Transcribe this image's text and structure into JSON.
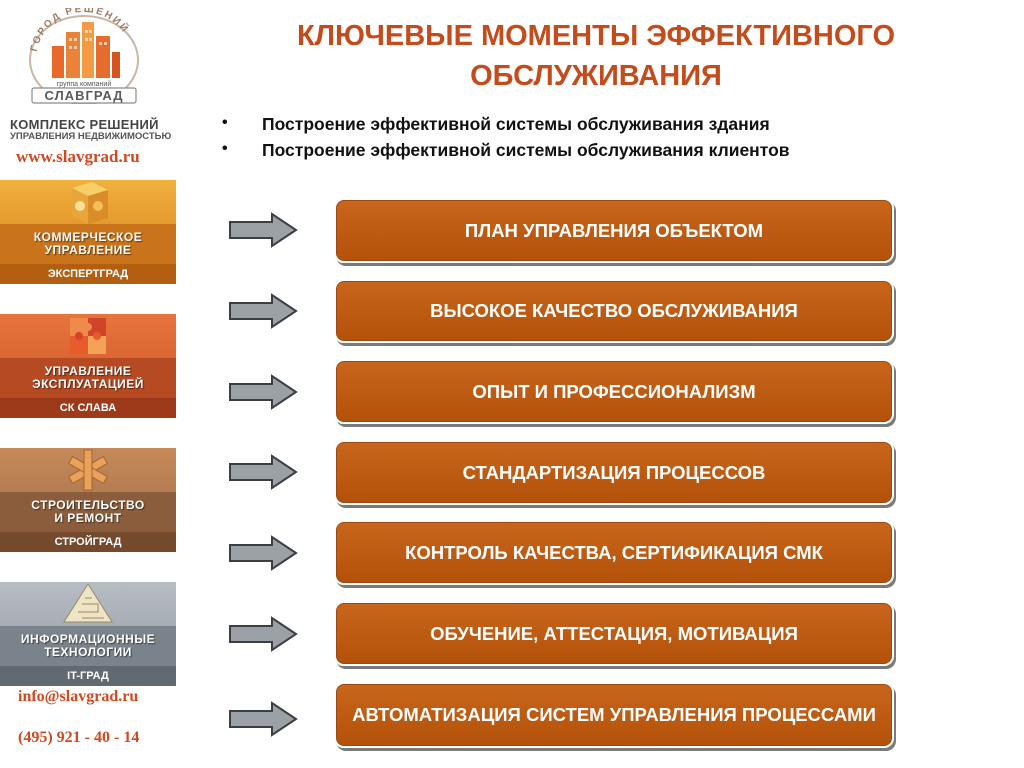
{
  "slide": {
    "title_line1": "КЛЮЧЕВЫЕ МОМЕНТЫ ЭФФЕКТИВНОГО",
    "title_line2": "ОБСЛУЖИВАНИЯ",
    "bullets": [
      "Построение эффективной системы обслуживания здания",
      "Построение эффективной системы обслуживания клиентов"
    ],
    "items": [
      "ПЛАН УПРАВЛЕНИЯ ОБЪЕКТОМ",
      "ВЫСОКОЕ КАЧЕСТВО ОБСЛУЖИВАНИЯ",
      "ОПЫТ И ПРОФЕССИОНАЛИЗМ",
      "СТАНДАРТИЗАЦИЯ ПРОЦЕССОВ",
      "КОНТРОЛЬ КАЧЕСТВА, СЕРТИФИКАЦИЯ СМК",
      "ОБУЧЕНИЕ, АТТЕСТАЦИЯ, МОТИВАЦИЯ",
      "АВТОМАТИЗАЦИЯ СИСТЕМ УПРАВЛЕНИЯ ПРОЦЕССАМИ"
    ]
  },
  "sidebar": {
    "logo_arc_text": "ГОРОД РЕШЕНИЙ",
    "logo_group_text": "группа компаний",
    "logo_brand": "СЛАВГРАД",
    "company_title": "КОМПЛЕКС РЕШЕНИЙ",
    "company_subtitle": "УПРАВЛЕНИЯ НЕДВИЖИМОСТЬЮ",
    "website": "www.slavgrad.ru",
    "tiles": [
      {
        "line1": "КОММЕРЧЕСКОЕ",
        "line2": "УПРАВЛЕНИЕ",
        "footer": "ЭКСПЕРТГРАД"
      },
      {
        "line1": "УПРАВЛЕНИЕ",
        "line2": "ЭКСПЛУАТАЦИЕЙ",
        "footer": "СК СЛАВА"
      },
      {
        "line1": "СТРОИТЕЛЬСТВО",
        "line2": "И РЕМОНТ",
        "footer": "СТРОЙГРАД"
      },
      {
        "line1": "ИНФОРМАЦИОННЫЕ",
        "line2": "ТЕХНОЛОГИИ",
        "footer": "IT-ГРАД"
      }
    ],
    "email": "info@slavgrad.ru",
    "phone": "(495) 921 - 40 - 14"
  },
  "colors": {
    "title": "#c44c1c",
    "box": "#b95a10",
    "accent": "#d2481f"
  }
}
